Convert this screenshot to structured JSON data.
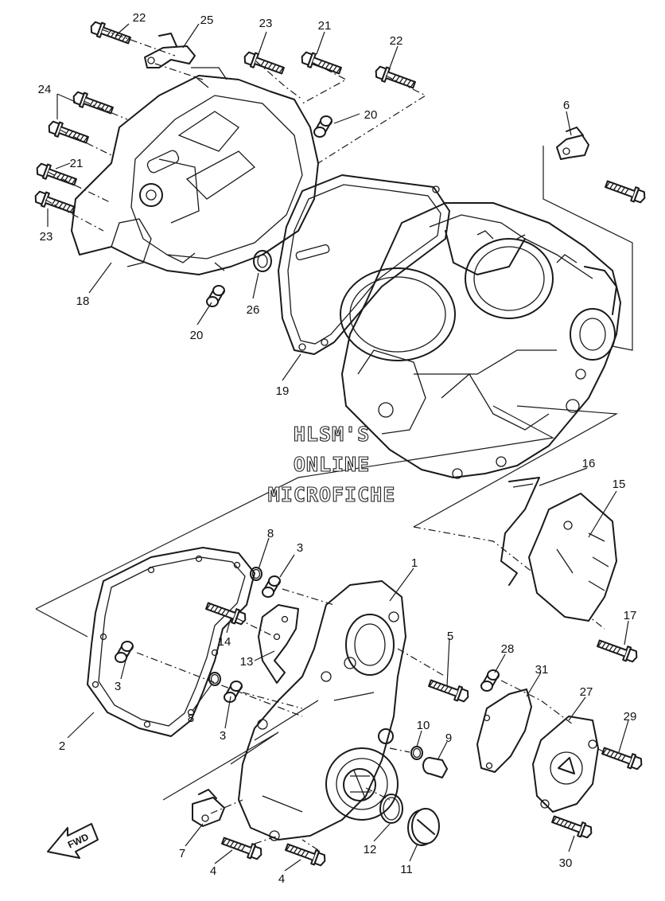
{
  "watermark": {
    "line1": "HLSM'S",
    "line2": "ONLINE",
    "line3": "MICROFICHE"
  },
  "fwd_label": "FWD",
  "callouts": [
    {
      "id": "c22a",
      "label": "22"
    },
    {
      "id": "c25",
      "label": "25"
    },
    {
      "id": "c23a",
      "label": "23"
    },
    {
      "id": "c21a",
      "label": "21"
    },
    {
      "id": "c22b",
      "label": "22"
    },
    {
      "id": "c24",
      "label": "24"
    },
    {
      "id": "c20a",
      "label": "20"
    },
    {
      "id": "c6",
      "label": "6"
    },
    {
      "id": "c21b",
      "label": "21"
    },
    {
      "id": "c23b",
      "label": "23"
    },
    {
      "id": "c18",
      "label": "18"
    },
    {
      "id": "c26",
      "label": "26"
    },
    {
      "id": "c20b",
      "label": "20"
    },
    {
      "id": "c19",
      "label": "19"
    },
    {
      "id": "c16",
      "label": "16"
    },
    {
      "id": "c15",
      "label": "15"
    },
    {
      "id": "c8a",
      "label": "8"
    },
    {
      "id": "c3a",
      "label": "3"
    },
    {
      "id": "c1",
      "label": "1"
    },
    {
      "id": "c17",
      "label": "17"
    },
    {
      "id": "c14",
      "label": "14"
    },
    {
      "id": "c5",
      "label": "5"
    },
    {
      "id": "c28",
      "label": "28"
    },
    {
      "id": "c13",
      "label": "13"
    },
    {
      "id": "c31",
      "label": "31"
    },
    {
      "id": "c3b",
      "label": "3"
    },
    {
      "id": "c27",
      "label": "27"
    },
    {
      "id": "c8b",
      "label": "8"
    },
    {
      "id": "c3c",
      "label": "3"
    },
    {
      "id": "c29",
      "label": "29"
    },
    {
      "id": "c10",
      "label": "10"
    },
    {
      "id": "c9",
      "label": "9"
    },
    {
      "id": "c2",
      "label": "2"
    },
    {
      "id": "c7",
      "label": "7"
    },
    {
      "id": "c12",
      "label": "12"
    },
    {
      "id": "c11",
      "label": "11"
    },
    {
      "id": "c30",
      "label": "30"
    },
    {
      "id": "c4a",
      "label": "4"
    },
    {
      "id": "c4b",
      "label": "4"
    }
  ]
}
